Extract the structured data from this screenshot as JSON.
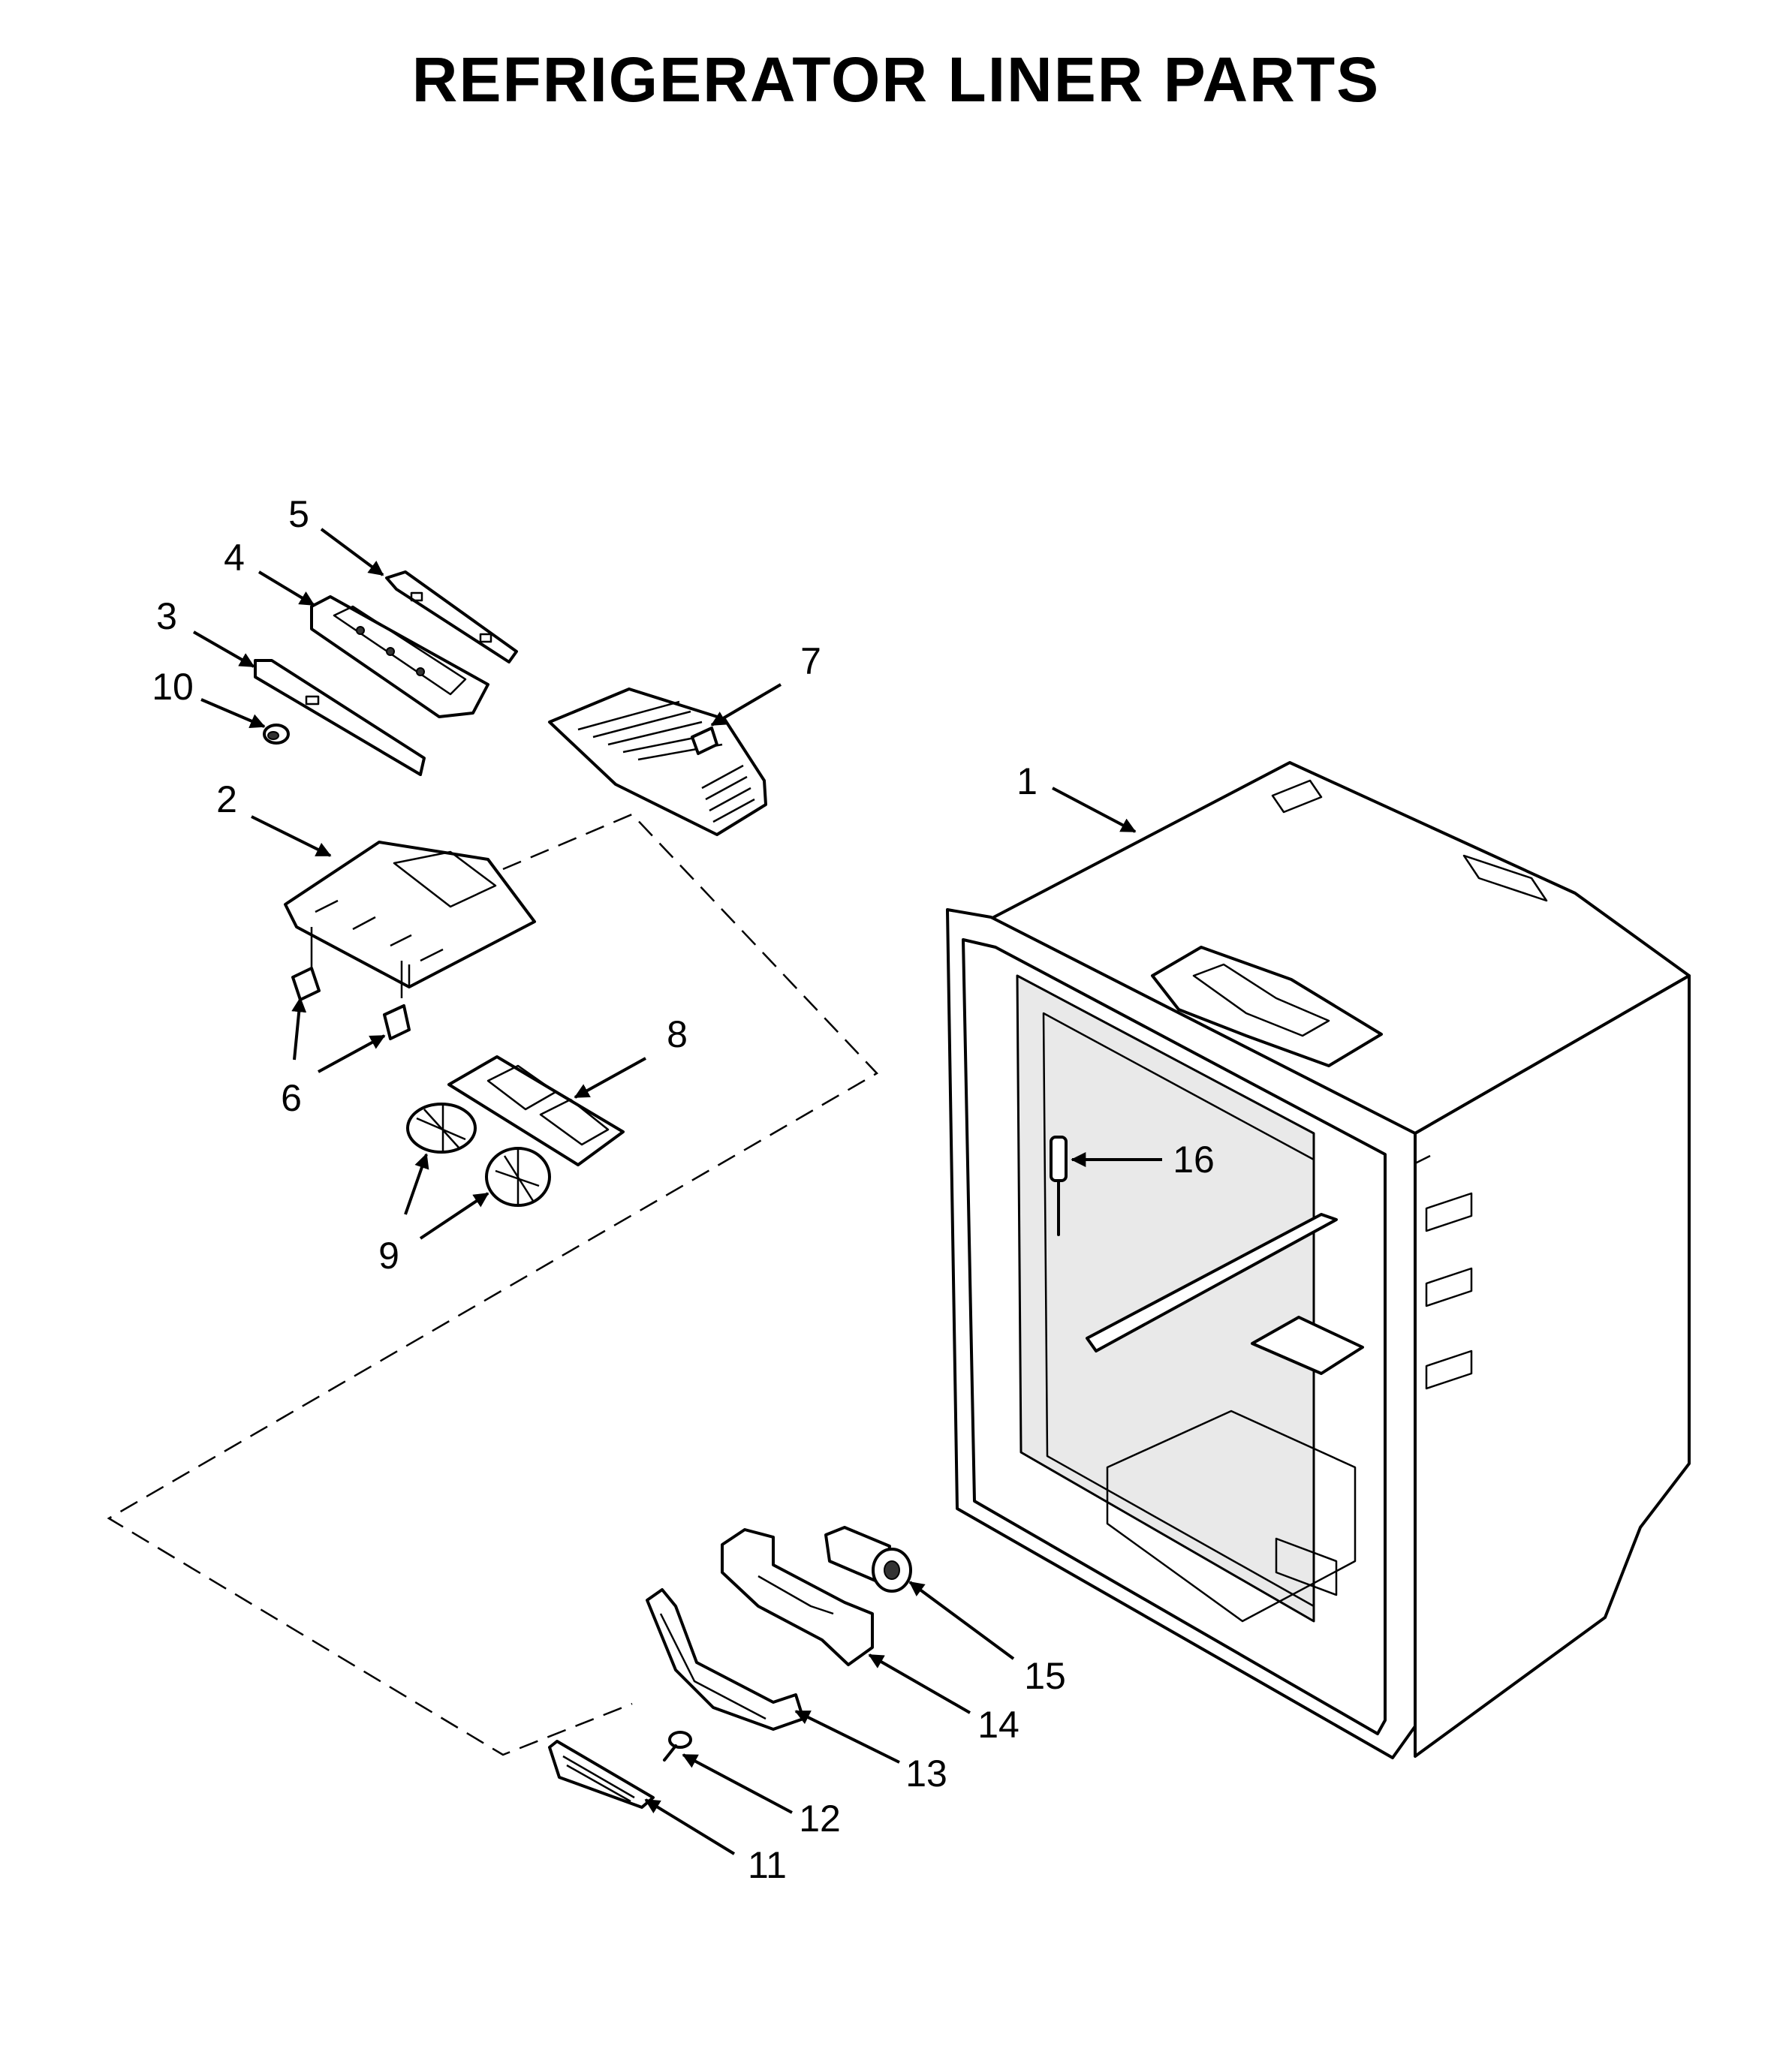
{
  "title": "REFRIGERATOR LINER PARTS",
  "callouts": {
    "c1": "1",
    "c2": "2",
    "c3": "3",
    "c4": "4",
    "c5": "5",
    "c6": "6",
    "c7": "7",
    "c8": "8",
    "c9": "9",
    "c10": "10",
    "c11": "11",
    "c12": "12",
    "c13": "13",
    "c14": "14",
    "c15": "15",
    "c16": "16"
  }
}
